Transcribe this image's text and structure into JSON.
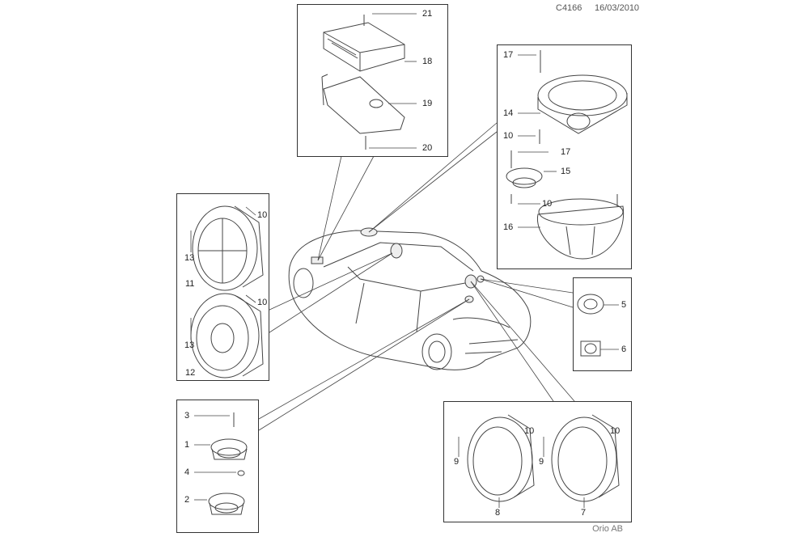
{
  "header": {
    "code": "C4166",
    "date": "16/03/2010"
  },
  "footer": {
    "brand": "Orio AB"
  },
  "callouts": {
    "amp": [
      "21",
      "18",
      "19",
      "20"
    ],
    "center": [
      "17",
      "14",
      "10",
      "17",
      "15",
      "10",
      "16"
    ],
    "tweeters": [
      "5",
      "6"
    ],
    "rear": [
      "10",
      "13",
      "11",
      "10",
      "13",
      "12"
    ],
    "small": [
      "3",
      "1",
      "4",
      "2"
    ],
    "front": [
      "10",
      "9",
      "10",
      "9",
      "8",
      "7"
    ]
  }
}
